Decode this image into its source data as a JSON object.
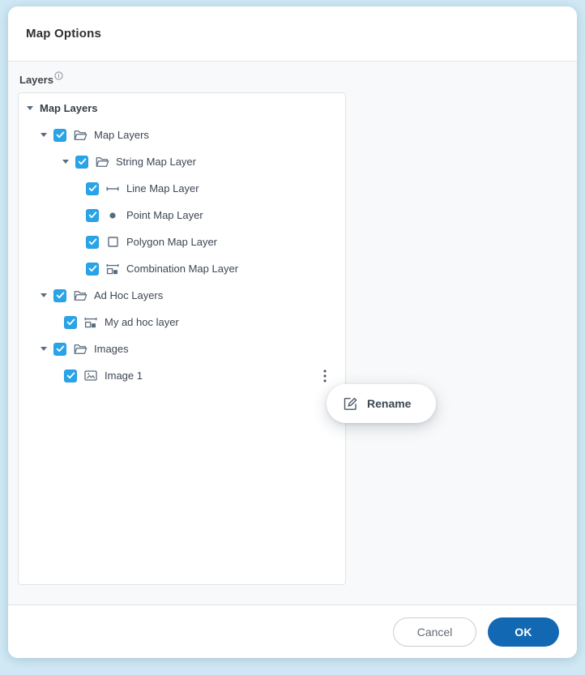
{
  "window": {
    "title": "Map Options"
  },
  "body": {
    "layers_label": "Layers",
    "layers_info_icon": "info-icon"
  },
  "tree": {
    "rows": [
      {
        "level": 0,
        "root": true,
        "caret": true,
        "checked": null,
        "icon": null,
        "label": "Map Layers"
      },
      {
        "level": 1,
        "root": false,
        "caret": true,
        "checked": true,
        "icon": "open-folder-icon",
        "label": "Map Layers"
      },
      {
        "level": 2,
        "root": false,
        "caret": true,
        "checked": true,
        "icon": "open-folder-icon",
        "label": "String Map Layer"
      },
      {
        "level": 3,
        "root": false,
        "caret": false,
        "checked": true,
        "icon": "line-icon",
        "label": "Line Map Layer"
      },
      {
        "level": 3,
        "root": false,
        "caret": false,
        "checked": true,
        "icon": "point-icon",
        "label": "Point Map Layer"
      },
      {
        "level": 3,
        "root": false,
        "caret": false,
        "checked": true,
        "icon": "polygon-icon",
        "label": "Polygon Map Layer"
      },
      {
        "level": 3,
        "root": false,
        "caret": false,
        "checked": true,
        "icon": "combination-icon",
        "label": "Combination Map Layer"
      },
      {
        "level": 1,
        "root": false,
        "caret": true,
        "checked": true,
        "icon": "open-folder-icon",
        "label": "Ad Hoc Layers"
      },
      {
        "level": 2,
        "root": false,
        "caret": false,
        "checked": true,
        "icon": "combination-icon",
        "label": "My ad hoc layer"
      },
      {
        "level": 1,
        "root": false,
        "caret": true,
        "checked": true,
        "icon": "open-folder-icon",
        "label": "Images"
      },
      {
        "level": 2,
        "root": false,
        "caret": false,
        "checked": true,
        "icon": "image-icon",
        "label": "Image 1",
        "menu": true
      }
    ]
  },
  "context_menu": {
    "items": [
      {
        "icon": "edit-icon",
        "label": "Rename"
      }
    ]
  },
  "footer": {
    "cancel_label": "Cancel",
    "ok_label": "OK"
  },
  "colors": {
    "page_background": "#cfe8f4",
    "checkbox_accent": "#29a4e9",
    "ok_button": "#1268b3",
    "icon_slate": "#5a6b7b"
  }
}
